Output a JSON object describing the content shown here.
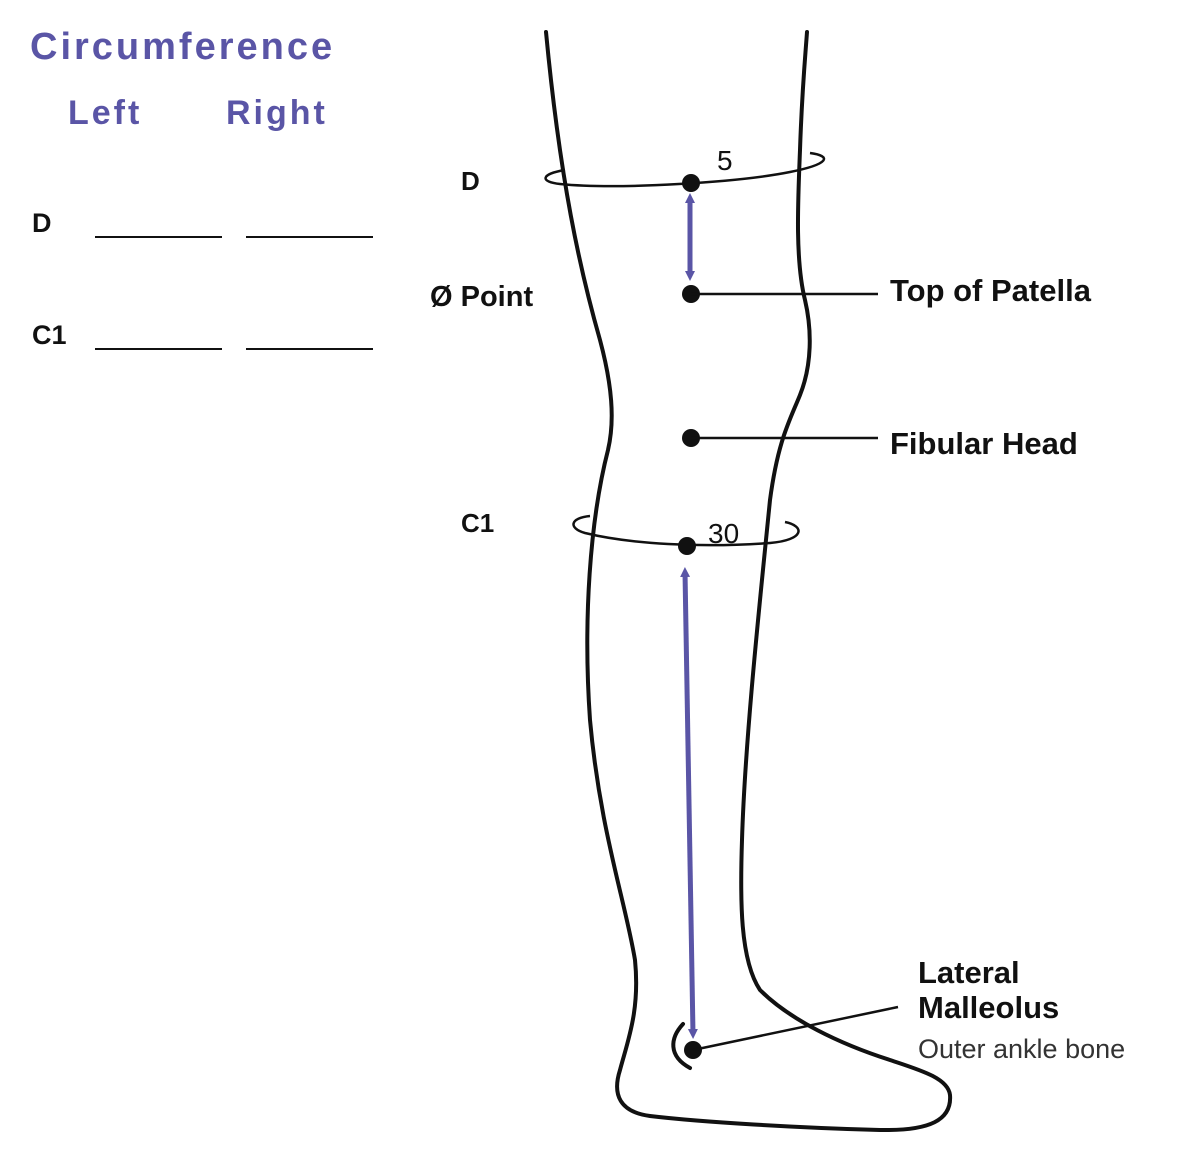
{
  "form": {
    "title": "Circumference",
    "col_left": "Left",
    "col_right": "Right",
    "rows": [
      {
        "label": "D",
        "left": "",
        "right": ""
      },
      {
        "label": "C1",
        "left": "",
        "right": ""
      }
    ]
  },
  "diagram": {
    "level_d": "D",
    "level_zero": "Ø Point",
    "level_c1": "C1",
    "num_d": "5",
    "num_c1": "30",
    "top_patella": "Top of Patella",
    "fibular_head": "Fibular Head",
    "lateral_malleolus_line1": "Lateral",
    "lateral_malleolus_line2": "Malleolus",
    "outer_ankle": "Outer ankle bone"
  },
  "colors": {
    "accent": "#5a55a6",
    "ink": "#111111"
  }
}
